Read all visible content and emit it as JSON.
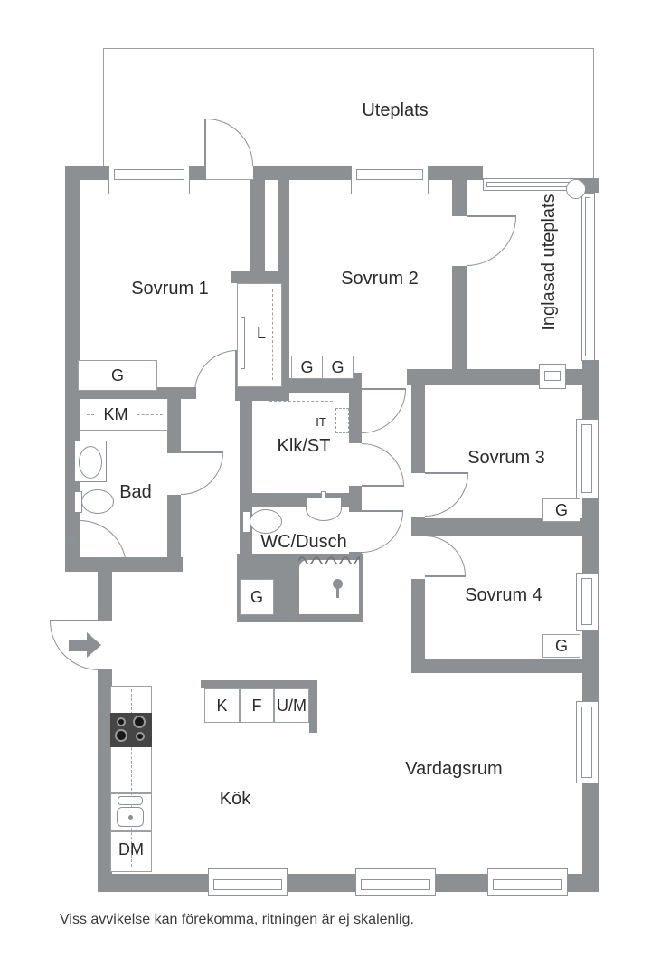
{
  "plan": {
    "areas": {
      "uteplats": "Uteplats",
      "inglasad_uteplats": "Inglasad uteplats",
      "sovrum1": "Sovrum 1",
      "sovrum2": "Sovrum 2",
      "sovrum3": "Sovrum 3",
      "sovrum4": "Sovrum 4",
      "bad": "Bad",
      "wc_dusch": "WC/Dusch",
      "klk_st": "Klk/ST",
      "kok": "Kök",
      "vardagsrum": "Vardagsrum"
    },
    "markers": {
      "g": "G",
      "km": "KM",
      "dm": "DM",
      "l": "L",
      "it": "IT",
      "k": "K",
      "f": "F",
      "um": "U/M"
    },
    "disclaimer": "Viss avvikelse kan förekomma, ritningen är ej skalenlig.",
    "colors": {
      "wall": "#8d9093",
      "line": "#8f9499",
      "text": "#2b2b2b"
    }
  }
}
